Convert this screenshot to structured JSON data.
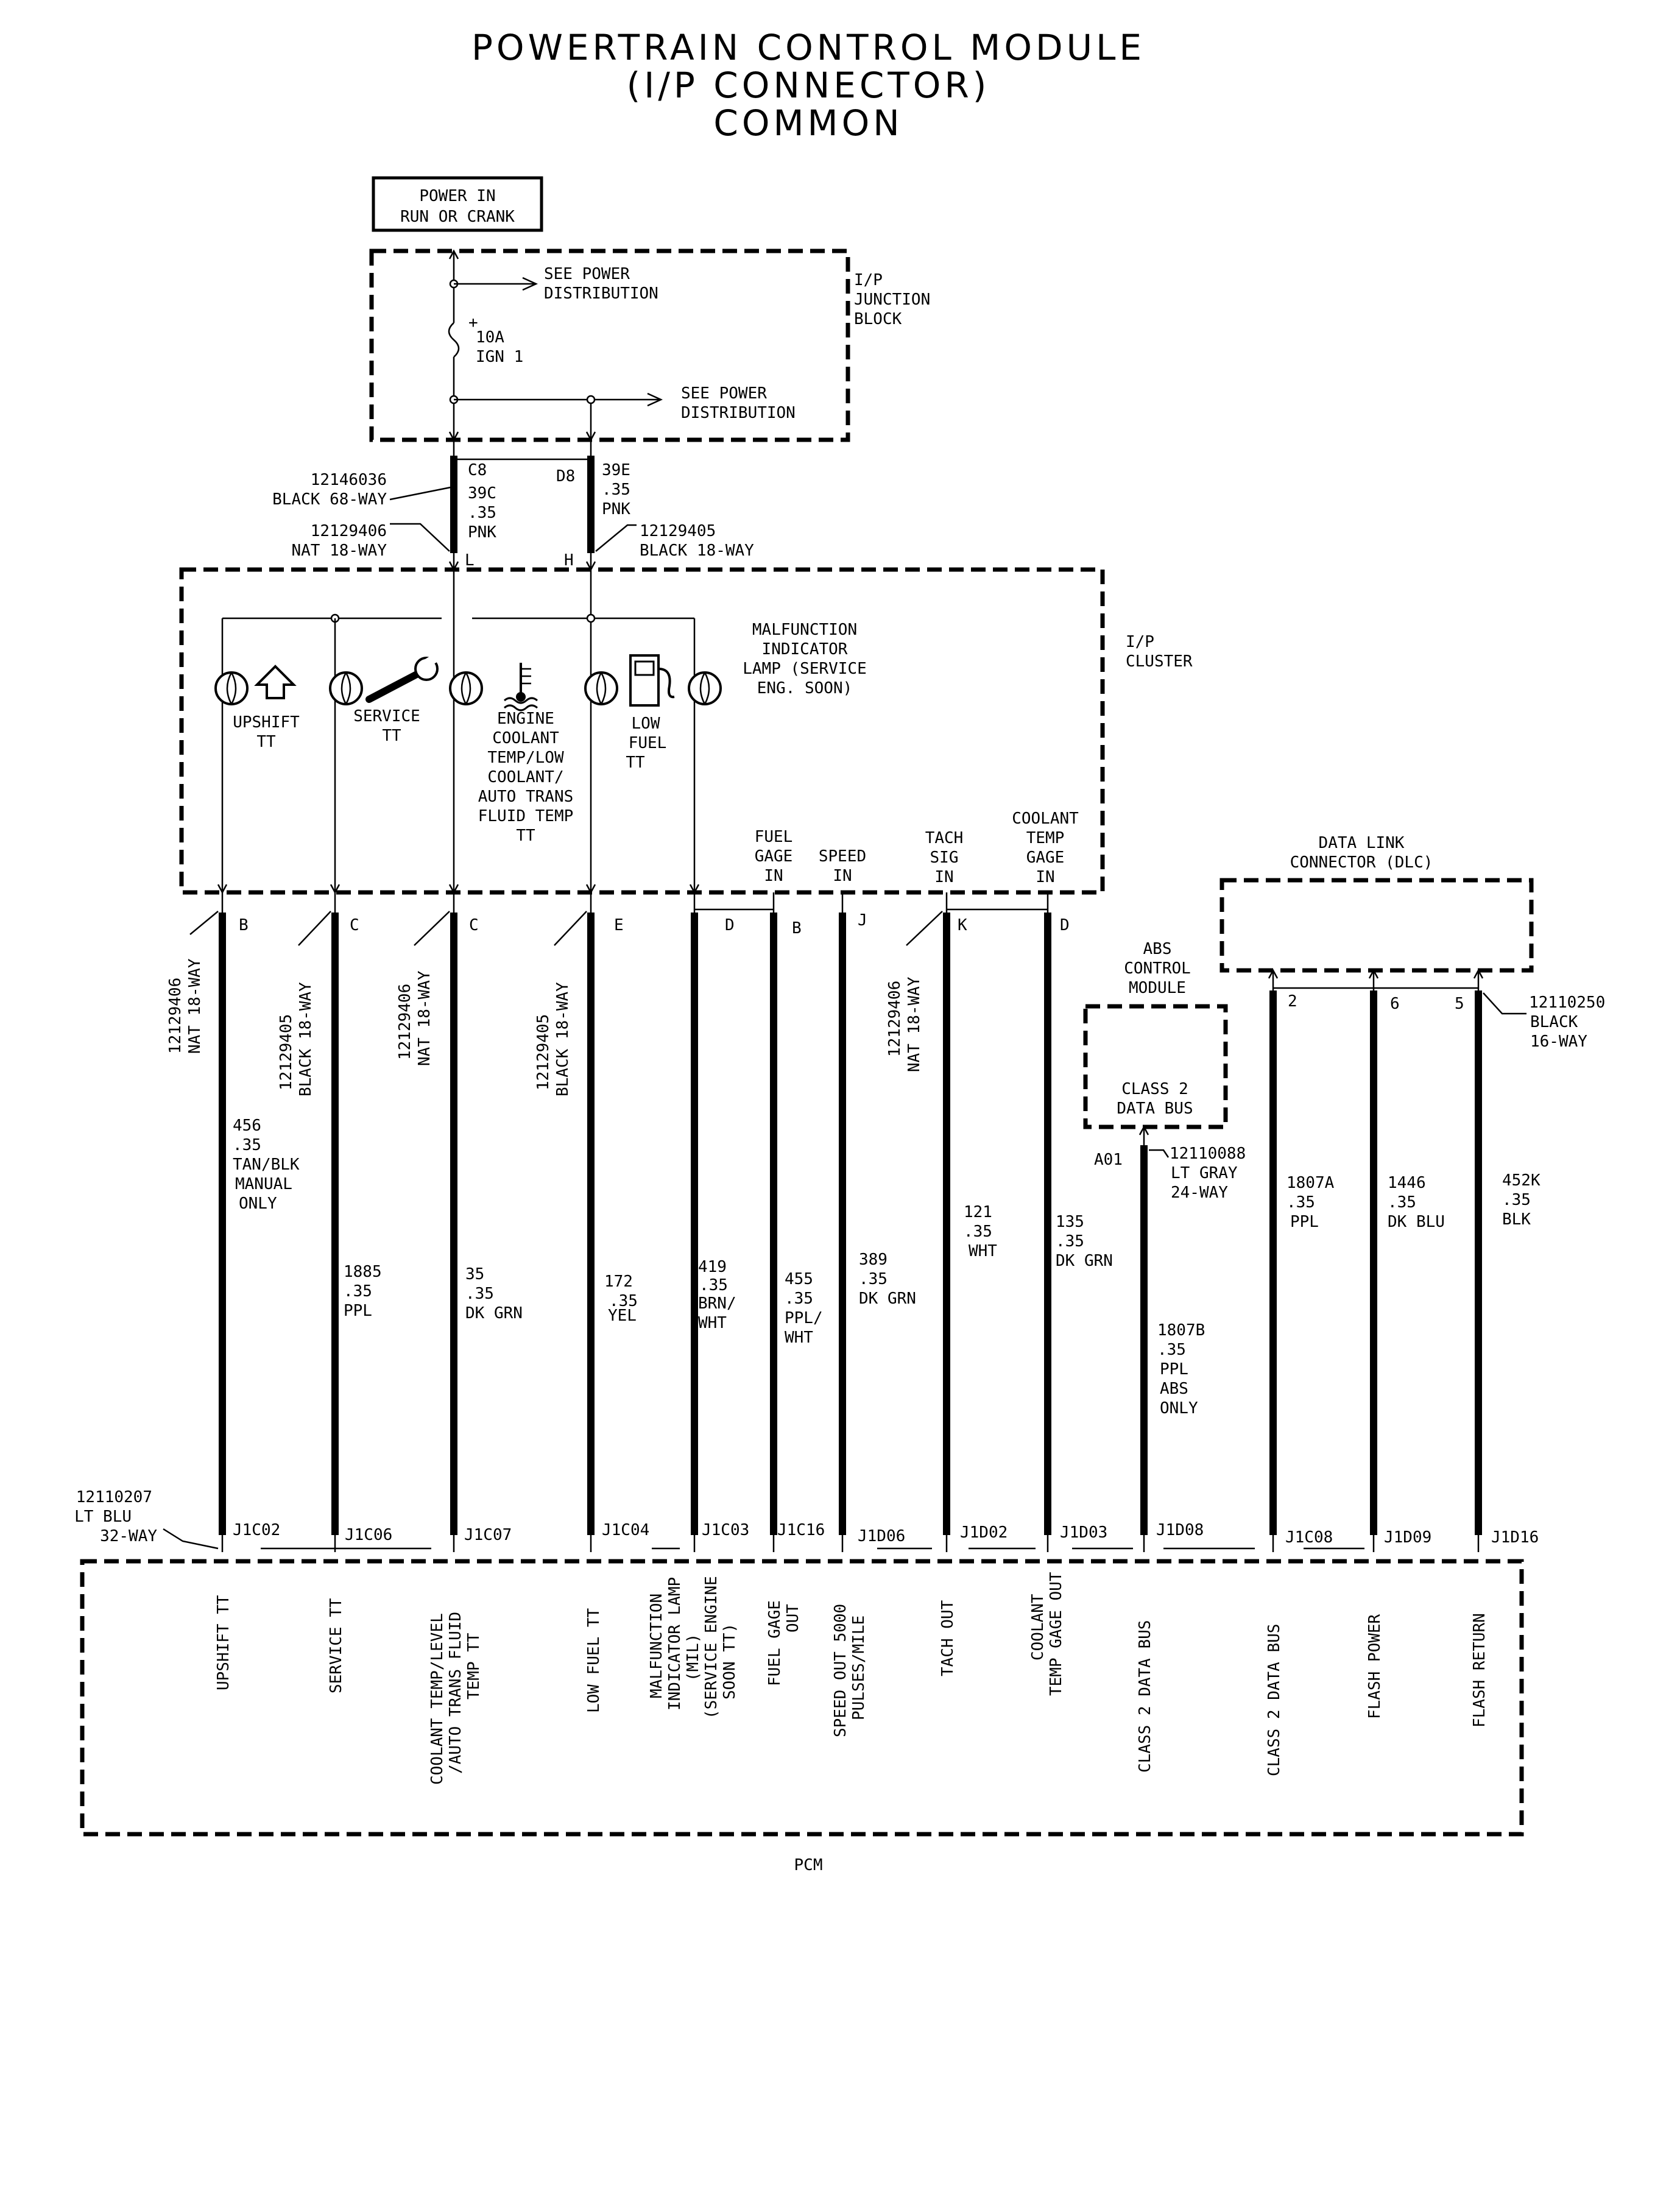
{
  "title": [
    "POWERTRAIN CONTROL MODULE",
    "(I/P CONNECTOR)",
    "COMMON"
  ],
  "power_in": [
    "POWER IN",
    "RUN OR CRANK"
  ],
  "junction_block": {
    "see_power_1": [
      "SEE POWER",
      "DISTRIBUTION"
    ],
    "fuse": [
      "+",
      "10A",
      "IGN 1"
    ],
    "see_power_2": [
      "SEE POWER",
      "DISTRIBUTION"
    ],
    "name": [
      "I/P",
      "JUNCTION",
      "BLOCK"
    ]
  },
  "upper_connectors": {
    "left": [
      "12146036",
      "BLACK 68-WAY"
    ],
    "left2": [
      "12129406",
      "NAT 18-WAY"
    ],
    "right2": [
      "12129405",
      "BLACK 18-WAY"
    ],
    "pin_c8": "C8",
    "pin_d8": "D8",
    "pin_l": "L",
    "pin_h": "H",
    "wire_39c": [
      "39C",
      ".35",
      "PNK"
    ],
    "wire_39e": [
      "39E",
      ".35",
      "PNK"
    ]
  },
  "cluster": {
    "name": [
      "I/P",
      "CLUSTER"
    ],
    "upshift": [
      "UPSHIFT",
      "TT"
    ],
    "service": [
      "SERVICE",
      "TT"
    ],
    "coolant": [
      "ENGINE",
      "COOLANT",
      "TEMP/LOW",
      "COOLANT/",
      "AUTO TRANS",
      "FLUID TEMP",
      "TT"
    ],
    "low_fuel": [
      "LOW",
      "FUEL",
      "TT"
    ],
    "mil": [
      "MALFUNCTION",
      "INDICATOR",
      "LAMP (SERVICE",
      "ENG.  SOON)"
    ],
    "fuel_gage_in": [
      "FUEL",
      "GAGE",
      "IN"
    ],
    "speed_in": [
      "SPEED",
      "IN"
    ],
    "tach_sig_in": [
      "TACH",
      "SIG",
      "IN"
    ],
    "coolant_temp_gage_in": [
      "COOLANT",
      "TEMP",
      "GAGE",
      "IN"
    ]
  },
  "cluster_connectors": {
    "c1": [
      "12129406",
      "NAT 18-WAY"
    ],
    "c2": [
      "12129405",
      "BLACK 18-WAY"
    ],
    "c3": [
      "12129406",
      "NAT 18-WAY"
    ],
    "c4": [
      "12129405",
      "BLACK 18-WAY"
    ],
    "c5": [
      "12129406",
      "NAT 18-WAY"
    ]
  },
  "cluster_pins": [
    "B",
    "C",
    "C",
    "E",
    "D",
    "B",
    "J",
    "K",
    "D"
  ],
  "wires": {
    "w456": [
      "456",
      ".35",
      "TAN/BLK",
      "MANUAL",
      "ONLY"
    ],
    "w1885": [
      "1885",
      ".35",
      "PPL"
    ],
    "w35": [
      "35",
      ".35",
      "DK GRN"
    ],
    "w172": [
      "172",
      ".35",
      "YEL"
    ],
    "w419": [
      "419",
      ".35",
      "BRN/",
      "WHT"
    ],
    "w455": [
      "455",
      ".35",
      "PPL/",
      "WHT"
    ],
    "w389": [
      "389",
      ".35",
      "DK GRN"
    ],
    "w121": [
      "121",
      ".35",
      "WHT"
    ],
    "w135": [
      "135",
      ".35",
      "DK GRN"
    ],
    "w1807b": [
      "1807B",
      ".35",
      "PPL",
      "ABS",
      "ONLY"
    ],
    "w1807a": [
      "1807A",
      ".35",
      "PPL"
    ],
    "w1446": [
      "1446",
      ".35",
      "DK BLU"
    ],
    "w452k": [
      "452K",
      ".35",
      "BLK"
    ]
  },
  "abs": {
    "name": [
      "ABS",
      "CONTROL",
      "MODULE"
    ],
    "bus": [
      "CLASS 2",
      "DATA BUS"
    ],
    "pin": "A01",
    "connector": [
      "12110088",
      "LT GRAY",
      "24-WAY"
    ]
  },
  "dlc": {
    "name": [
      "DATA LINK",
      "CONNECTOR (DLC)"
    ],
    "pins": [
      "2",
      "6",
      "5"
    ],
    "connector": [
      "12110250",
      "BLACK",
      "16-WAY"
    ]
  },
  "pcm_connector": [
    "12110207",
    "LT BLU",
    "32-WAY"
  ],
  "pcm_pins": [
    "J1C02",
    "J1C06",
    "J1C07",
    "J1C04",
    "J1C03",
    "J1C16",
    "J1D06",
    "J1D02",
    "J1D03",
    "J1D08",
    "J1C08",
    "J1D09",
    "J1D16"
  ],
  "pcm_functions": {
    "f1": [
      "UPSHIFT TT"
    ],
    "f2": [
      "SERVICE TT"
    ],
    "f3": [
      "COOLANT TEMP/LEVEL",
      "/AUTO TRANS FLUID",
      "TEMP TT"
    ],
    "f4": [
      "LOW FUEL TT"
    ],
    "f5": [
      "MALFUNCTION",
      "INDICATOR LAMP",
      "(MIL)",
      "(SERVICE ENGINE",
      "SOON TT)"
    ],
    "f6": [
      "FUEL GAGE",
      "OUT"
    ],
    "f7": [
      "SPEED OUT 5000",
      "PULSES/MILE"
    ],
    "f8": [
      "TACH OUT"
    ],
    "f9": [
      "COOLANT",
      "TEMP GAGE OUT"
    ],
    "f10": [
      "CLASS 2 DATA BUS"
    ],
    "f11": [
      "CLASS 2 DATA BUS"
    ],
    "f12": [
      "FLASH POWER"
    ],
    "f13": [
      "FLASH RETURN"
    ]
  },
  "pcm_name": "PCM"
}
